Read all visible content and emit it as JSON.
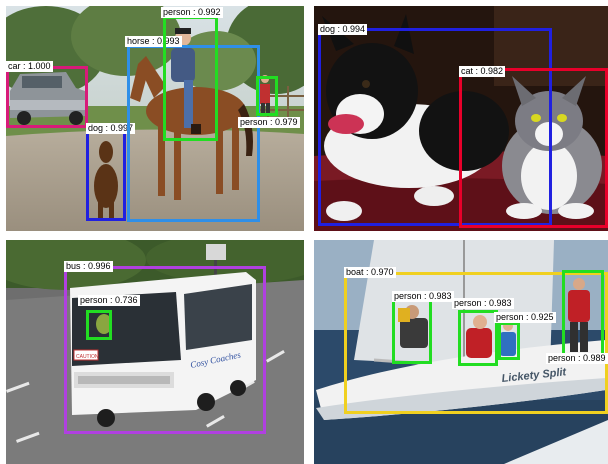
{
  "colors": {
    "red": "#e8002a",
    "magenta": "#d81b7a",
    "blue": "#2020e0",
    "lightblue": "#2f8fe8",
    "green": "#22dd22",
    "purple": "#b040e0",
    "yellow": "#f0d020"
  },
  "panels": [
    {
      "detections": [
        {
          "label": "car : 1.000",
          "color": "magenta"
        },
        {
          "label": "dog : 0.997",
          "color": "blue"
        },
        {
          "label": "horse : 0.993",
          "color": "lightblue"
        },
        {
          "label": "person : 0.992",
          "color": "green"
        },
        {
          "label": "person : 0.979",
          "color": "green"
        }
      ]
    },
    {
      "detections": [
        {
          "label": "dog : 0.994",
          "color": "blue"
        },
        {
          "label": "cat : 0.982",
          "color": "red"
        }
      ]
    },
    {
      "detections": [
        {
          "label": "bus : 0.996",
          "color": "purple"
        },
        {
          "label": "person : 0.736",
          "color": "green"
        }
      ],
      "signage": {
        "bus_side": "Cosy Coaches",
        "bus_front": "CAUTION"
      }
    },
    {
      "detections": [
        {
          "label": "boat : 0.970",
          "color": "yellow"
        },
        {
          "label": "person : 0.983",
          "color": "green"
        },
        {
          "label": "person : 0.983",
          "color": "green"
        },
        {
          "label": "person : 0.925",
          "color": "green"
        },
        {
          "label": "person : 0.989",
          "color": "green"
        }
      ],
      "signage": {
        "hull_text": "Lickety Split"
      }
    }
  ]
}
